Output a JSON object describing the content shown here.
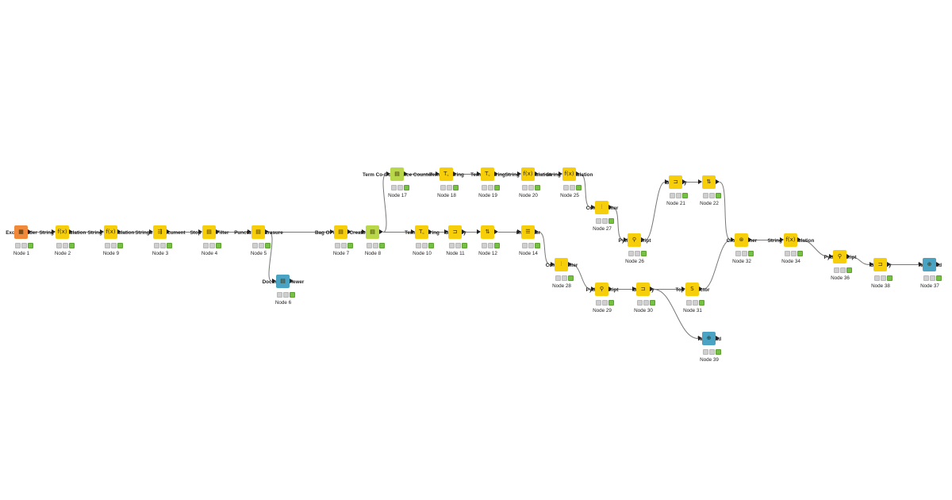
{
  "colors": {
    "manipulator": "#f6cf0a",
    "reader": "#f08a3a",
    "other": "#b8d84a",
    "view": "#4aa3c2",
    "wire": "#777777",
    "port": "#222222",
    "lamp_off": "#cfcfcf",
    "lamp_on": "#76c043"
  },
  "nodes": [
    {
      "key": "n1",
      "title": "Excel Reader",
      "label": "Node 1",
      "type": "reader",
      "icon": "excel-reader-icon",
      "glyph": "▦"
    },
    {
      "key": "n2",
      "title": "String Manipulation",
      "label": "Node 2",
      "type": "manipulator",
      "icon": "string-manipulation-icon",
      "glyph": "f(x)"
    },
    {
      "key": "n9",
      "title": "String Manipulation",
      "label": "Node 9",
      "type": "manipulator",
      "icon": "string-manipulation-icon",
      "glyph": "f(x)"
    },
    {
      "key": "n3",
      "title": "Strings To Document",
      "label": "Node 3",
      "type": "manipulator",
      "icon": "strings-to-document-icon",
      "glyph": "⇶"
    },
    {
      "key": "n4",
      "title": "Stop Word Filter",
      "label": "Node 4",
      "type": "manipulator",
      "icon": "stop-word-filter-icon",
      "glyph": "▤"
    },
    {
      "key": "n5",
      "title": "Punctuation Erasure",
      "label": "Node 5",
      "type": "manipulator",
      "icon": "punctuation-erasure-icon",
      "glyph": "▤"
    },
    {
      "key": "n6",
      "title": "Document Viewer",
      "label": "Node 6",
      "type": "view",
      "icon": "document-viewer-icon",
      "glyph": "▤"
    },
    {
      "key": "n7",
      "title": "Bag Of Words Creator",
      "label": "Node 7",
      "type": "manipulator",
      "icon": "bag-of-words-icon",
      "glyph": "▤"
    },
    {
      "key": "n8",
      "title": "TF",
      "label": "Node 8",
      "type": "other",
      "icon": "term-frequency-icon",
      "glyph": "▤"
    },
    {
      "key": "n17",
      "title": "Term Co-Occurrence Counter",
      "label": "Node 17",
      "type": "other",
      "icon": "co-occurrence-icon",
      "glyph": "▤"
    },
    {
      "key": "n18",
      "title": "Term To String",
      "label": "Node 18",
      "type": "manipulator",
      "icon": "term-to-string-icon",
      "glyph": "T꜀"
    },
    {
      "key": "n19",
      "title": "Term To String",
      "label": "Node 19",
      "type": "manipulator",
      "icon": "term-to-string-icon",
      "glyph": "T꜀"
    },
    {
      "key": "n20",
      "title": "String Manipulation",
      "label": "Node 20",
      "type": "manipulator",
      "icon": "string-manipulation-icon",
      "glyph": "f(x)"
    },
    {
      "key": "n25",
      "title": "String Manipulation",
      "label": "Node 25",
      "type": "manipulator",
      "icon": "string-manipulation-icon",
      "glyph": "f(x)"
    },
    {
      "key": "n27",
      "title": "Column Filter",
      "label": "Node 27",
      "type": "manipulator",
      "icon": "column-filter-icon",
      "glyph": "⫶"
    },
    {
      "key": "n26",
      "title": "Python Script",
      "label": "Node 26",
      "type": "manipulator",
      "icon": "python-script-icon",
      "glyph": "⚲"
    },
    {
      "key": "n21",
      "title": "GroupBy",
      "label": "Node 21",
      "type": "manipulator",
      "icon": "groupby-icon",
      "glyph": "⊐"
    },
    {
      "key": "n22",
      "title": "Sorter",
      "label": "Node 22",
      "type": "manipulator",
      "icon": "sorter-icon",
      "glyph": "⇅"
    },
    {
      "key": "n10",
      "title": "Term To String",
      "label": "Node 10",
      "type": "manipulator",
      "icon": "term-to-string-icon",
      "glyph": "T꜀"
    },
    {
      "key": "n11",
      "title": "GroupBy",
      "label": "Node 11",
      "type": "manipulator",
      "icon": "groupby-icon",
      "glyph": "⊐"
    },
    {
      "key": "n12",
      "title": "Sorter",
      "label": "Node 12",
      "type": "manipulator",
      "icon": "sorter-icon",
      "glyph": "⇅"
    },
    {
      "key": "n14",
      "title": "Row Filter",
      "label": "Node 14",
      "type": "manipulator",
      "icon": "row-filter-icon",
      "glyph": "☰"
    },
    {
      "key": "n28",
      "title": "Column Filter",
      "label": "Node 28",
      "type": "manipulator",
      "icon": "column-filter-icon",
      "glyph": "⫶"
    },
    {
      "key": "n29",
      "title": "Python Script",
      "label": "Node 29",
      "type": "manipulator",
      "icon": "python-script-icon",
      "glyph": "⚲"
    },
    {
      "key": "n30",
      "title": "GroupBy",
      "label": "Node 30",
      "type": "manipulator",
      "icon": "groupby-icon",
      "glyph": "⊐"
    },
    {
      "key": "n31",
      "title": "Top k Selector",
      "label": "Node 31",
      "type": "manipulator",
      "icon": "top-k-selector-icon",
      "glyph": "S"
    },
    {
      "key": "n39",
      "title": "Tag Cloud",
      "label": "Node 39",
      "type": "view",
      "icon": "tag-cloud-icon",
      "glyph": "⊕"
    },
    {
      "key": "n32",
      "title": "Cross Joiner",
      "label": "Node 32",
      "type": "manipulator",
      "icon": "cross-joiner-icon",
      "glyph": "⊛"
    },
    {
      "key": "n34",
      "title": "String Manipulation",
      "label": "Node 34",
      "type": "manipulator",
      "icon": "string-manipulation-icon",
      "glyph": "f(x)"
    },
    {
      "key": "n36",
      "title": "Python Script",
      "label": "Node 36",
      "type": "manipulator",
      "icon": "python-script-icon",
      "glyph": "⚲"
    },
    {
      "key": "n38",
      "title": "GroupBy",
      "label": "Node 38",
      "type": "manipulator",
      "icon": "groupby-icon",
      "glyph": "⊐"
    },
    {
      "key": "n37",
      "title": "Tag Cloud",
      "label": "Node 37",
      "type": "view",
      "icon": "tag-cloud-icon",
      "glyph": "⊕"
    }
  ],
  "connections": [
    [
      "n1",
      "n2"
    ],
    [
      "n2",
      "n9"
    ],
    [
      "n9",
      "n3"
    ],
    [
      "n3",
      "n4"
    ],
    [
      "n4",
      "n5"
    ],
    [
      "n5",
      "n6"
    ],
    [
      "n5",
      "n7"
    ],
    [
      "n7",
      "n8"
    ],
    [
      "n8",
      "n17"
    ],
    [
      "n8",
      "n10"
    ],
    [
      "n17",
      "n18"
    ],
    [
      "n18",
      "n19"
    ],
    [
      "n19",
      "n20"
    ],
    [
      "n20",
      "n25"
    ],
    [
      "n25",
      "n27"
    ],
    [
      "n27",
      "n26"
    ],
    [
      "n26",
      "n21"
    ],
    [
      "n21",
      "n22"
    ],
    [
      "n22",
      "n32"
    ],
    [
      "n10",
      "n11"
    ],
    [
      "n11",
      "n12"
    ],
    [
      "n12",
      "n14"
    ],
    [
      "n14",
      "n28"
    ],
    [
      "n28",
      "n29"
    ],
    [
      "n29",
      "n30"
    ],
    [
      "n30",
      "n31"
    ],
    [
      "n30",
      "n39"
    ],
    [
      "n31",
      "n32"
    ],
    [
      "n32",
      "n34"
    ],
    [
      "n34",
      "n36"
    ],
    [
      "n36",
      "n38"
    ],
    [
      "n38",
      "n37"
    ]
  ]
}
